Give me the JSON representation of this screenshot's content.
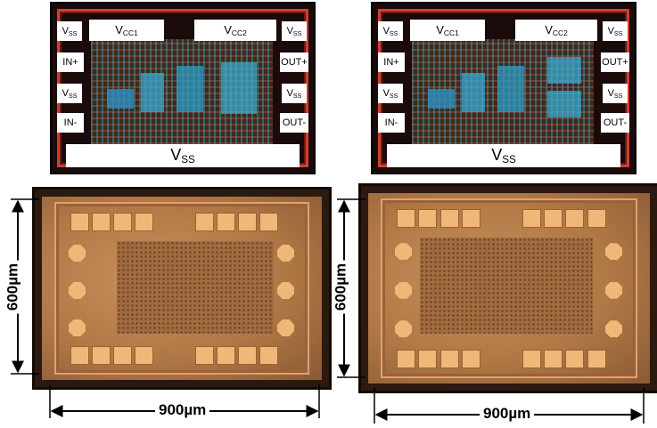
{
  "layouts": [
    {
      "labels": {
        "vss_tl": "SS",
        "vcc1": "CC1",
        "vcc2": "CC2",
        "vss_tr": "SS",
        "in_plus": "IN+",
        "out_plus": "OUT+",
        "vss_ml": "SS",
        "vss_mr": "SS",
        "in_minus": "IN-",
        "out_minus": "OUT-",
        "vss_bottom": "SS",
        "prefix": "V"
      }
    },
    {
      "labels": {
        "vss_tl": "SS",
        "vcc1": "CC1",
        "vcc2": "CC2",
        "vss_tr": "SS",
        "in_plus": "IN+",
        "out_plus": "OUT+",
        "vss_ml": "SS",
        "vss_mr": "SS",
        "in_minus": "IN-",
        "out_minus": "OUT-",
        "vss_bottom": "SS",
        "prefix": "V"
      }
    }
  ],
  "dimensions": {
    "height_left": "600µm",
    "width_left": "900µm",
    "height_right": "600µm",
    "width_right": "900µm"
  },
  "colors": {
    "layout_bg": "#1a0a0a",
    "seal_ring": "#d04030",
    "die_surface": "#b07845",
    "pad": "#f0b878"
  }
}
